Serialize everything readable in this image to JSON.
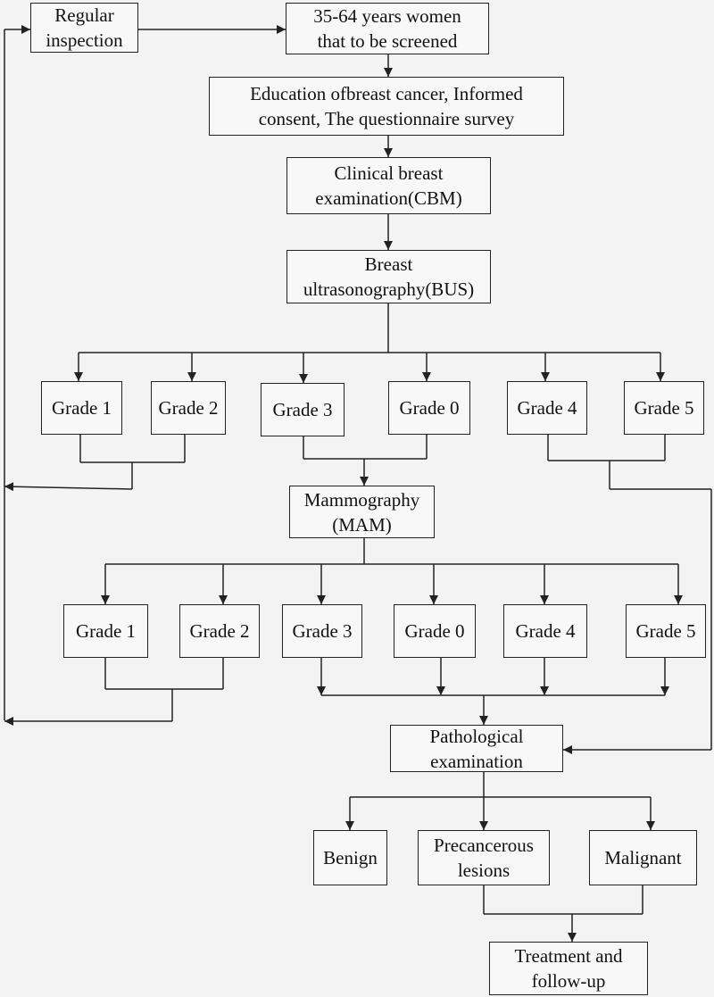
{
  "nodes": {
    "regular_inspection": "Regular\ninspection",
    "women_to_screen": "35-64 years women\nthat to be screened",
    "education": "Education ofbreast  cancer, Informed\nconsent, The questionnaire survey",
    "cbm": "Clinical breast\nexamination(CBM)",
    "bus": "Breast\nultrasonography(BUS)",
    "bus_grades": [
      "Grade 1",
      "Grade 2",
      "Grade 3",
      "Grade 0",
      "Grade 4",
      "Grade 5"
    ],
    "mam": "Mammography\n(MAM)",
    "mam_grades": [
      "Grade 1",
      "Grade 2",
      "Grade 3",
      "Grade 0",
      "Grade 4",
      "Grade 5"
    ],
    "pathology": "Pathological\nexamination",
    "outcomes": [
      "Benign",
      "Precancerous\nlesions",
      "Malignant"
    ],
    "treatment": "Treatment and\nfollow-up"
  },
  "colors": {
    "line": "#222222",
    "box_border": "#222222",
    "background": "#f3f3f3"
  }
}
